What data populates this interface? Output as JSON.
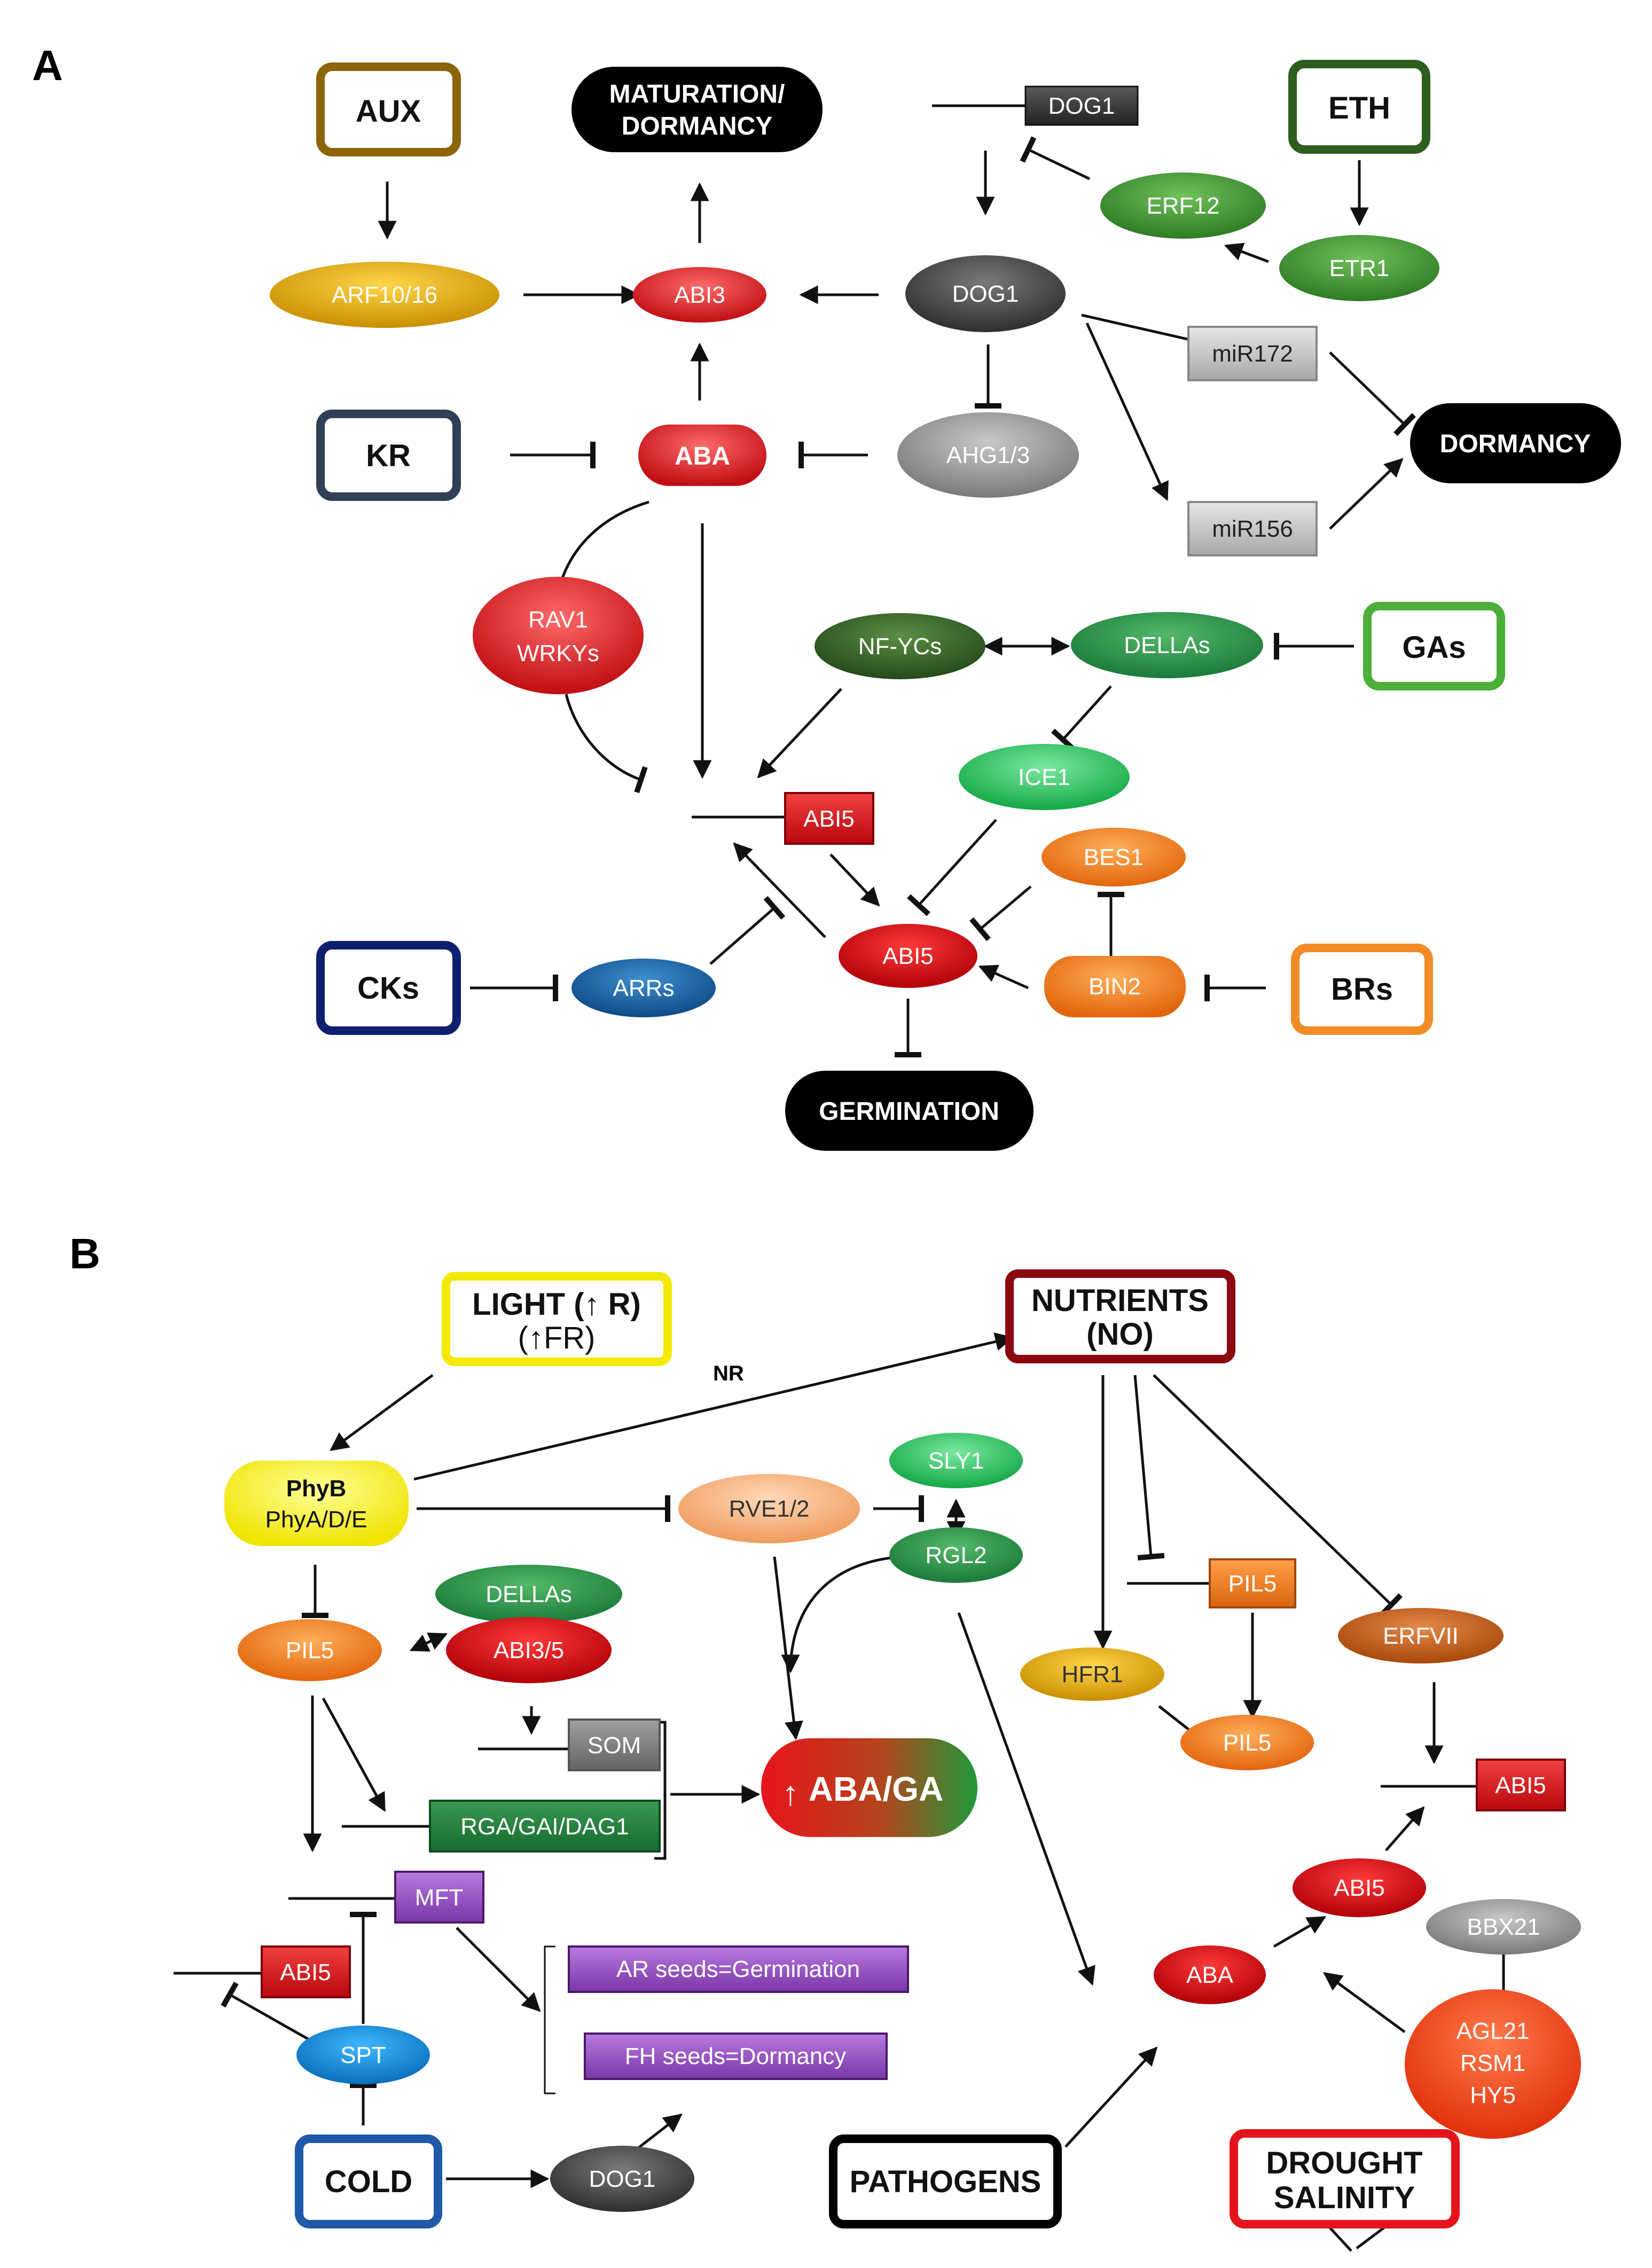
{
  "panels": {
    "a": "A",
    "b": "B"
  },
  "a": {
    "aux": "AUX",
    "maturation_line1": "MATURATION/",
    "maturation_line2": "DORMANCY",
    "dog1_gene": "DOG1",
    "eth": "ETH",
    "erf12": "ERF12",
    "etr1": "ETR1",
    "arf": "ARF10/16",
    "abi3": "ABI3",
    "dog1": "DOG1",
    "mir172": "miR172",
    "dormancy": "DORMANCY",
    "kr": "KR",
    "aba": "ABA",
    "ahg": "AHG1/3",
    "mir156": "miR156",
    "rav1": "RAV1",
    "wrkys": "WRKYs",
    "nfycs": "NF-YCs",
    "dellas": "DELLAs",
    "gas": "GAs",
    "ice1": "ICE1",
    "abi5_gene": "ABI5",
    "bes1": "BES1",
    "cks": "CKs",
    "arrs": "ARRs",
    "abi5": "ABI5",
    "bin2": "BIN2",
    "brs": "BRs",
    "germination": "GERMINATION"
  },
  "b": {
    "light_line1": "LIGHT (↑ R)",
    "light_line2": "(↑FR)",
    "nutrients_line1": "NUTRIENTS",
    "nutrients_line2": "(NO)",
    "nr": "NR",
    "phyb": "PhyB",
    "phyade": "PhyA/D/E",
    "rve": "RVE1/2",
    "sly1": "SLY1",
    "rgl2": "RGL2",
    "pil5_box": "PIL5",
    "erfvii": "ERFVII",
    "hfr1": "HFR1",
    "pil5_oval2": "PIL5",
    "dellas": "DELLAs",
    "pil5": "PIL5",
    "abi35": "ABI3/5",
    "som": "SOM",
    "aba_ga": "ABA/GA",
    "aba_ga_arrow": "↑",
    "rga": "RGA/GAI/DAG1",
    "mft": "MFT",
    "abi5_right": "ABI5",
    "abi5_oval": "ABI5",
    "bbx21": "BBX21",
    "abi5_left": "ABI5",
    "ar_seeds": "AR seeds=Germination",
    "fh_seeds": "FH seeds=Dormancy",
    "spt": "SPT",
    "aba": "ABA",
    "agl21": "AGL21",
    "rsm1": "RSM1",
    "hy5": "HY5",
    "cold": "COLD",
    "dog1": "DOG1",
    "pathogens": "PATHOGENS",
    "drought": "DROUGHT",
    "salinity": "SALINITY"
  },
  "colors": {
    "aux": "#8B6508",
    "eth": "#2E5E1E",
    "kr": "#2F3F55",
    "gas": "#4CAF3A",
    "cks": "#0D1F6E",
    "brs": "#F28C28",
    "light": "#F2EA00",
    "nutrients": "#8B0A12",
    "cold": "#1E5AA8",
    "pathogens": "#000000",
    "drought": "#E5141C",
    "red": "#E8141C",
    "green": "#3E8E2E",
    "dark_green": "#2E5E1E",
    "orange": "#F07818",
    "purple": "#8E44AD"
  }
}
